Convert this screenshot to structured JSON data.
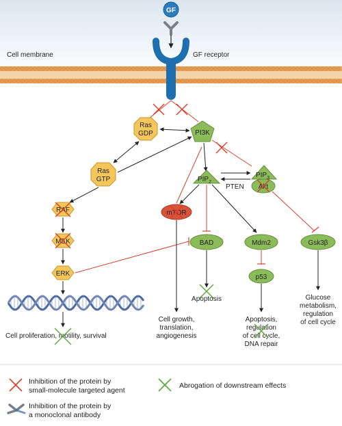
{
  "colors": {
    "inhibit_red": "#d9402b",
    "abrogate_green": "#5aa83a",
    "membrane": "#e8a35c",
    "receptor": "#1e6fb0",
    "node_green": "#8cbc5a",
    "node_yellow": "#f5c75a",
    "node_red": "#d9533a",
    "dna": "#6f86b6"
  },
  "labels": {
    "gf": "GF",
    "cell_membrane": "Cell membrane",
    "gf_receptor": "GF receptor",
    "ras_gdp_1": "Ras",
    "ras_gdp_2": "GDP",
    "ras_gtp_1": "Ras",
    "ras_gtp_2": "GTP",
    "pi3k": "PI3K",
    "raf": "RAF",
    "mek": "MEK",
    "erk": "ERK",
    "pip2": "PIP",
    "pip2_sub": "2",
    "pip3": "PIP",
    "pip3_sub": "3",
    "akt": "Akt",
    "pten": "PTEN",
    "mtor": "mTOR",
    "bad": "BAD",
    "mdm2": "Mdm2",
    "p53": "p53",
    "gsk3b": "Gsk3β",
    "apoptosis": "Apoptosis",
    "cell_growth_1": "Cell growth,",
    "cell_growth_2": "translation,",
    "cell_growth_3": "angiogenesis",
    "apoptosis2_1": "Apoptosis,",
    "apoptosis2_2": "regulation",
    "apoptosis2_3": "of cell cycle,",
    "apoptosis2_4": "DNA repair",
    "glucose_1": "Glucose",
    "glucose_2": "metabolism,",
    "glucose_3": "regulation",
    "glucose_4": "of cell cycle",
    "proliferation": "Cell proliferation, motility, survival"
  },
  "legend": {
    "inhibition_small_1": "Inhibition of the protein by",
    "inhibition_small_2": "small-molecule targeted agent",
    "abrogation": "Abrogation of downstream effects",
    "antibody_1": "Inhibition of the protein by",
    "antibody_2": "a monoclonal antibody"
  }
}
